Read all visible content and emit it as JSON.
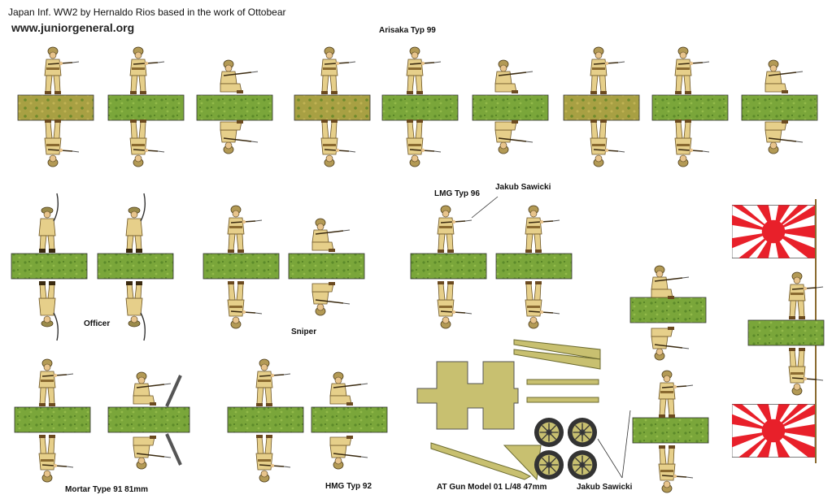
{
  "header": {
    "title": "Japan Inf. WW2 by Hernaldo Rios based in the work of Ottobear",
    "url": "www.juniorgeneral.org"
  },
  "labels": {
    "arisaka": "Arisaka Typ 99",
    "lmg": "LMG Typ 96",
    "jakub_top": "Jakub Sawicki",
    "officer": "Officer",
    "sniper": "Sniper",
    "mortar": "Mortar Type 91 81mm",
    "hmg": "HMG Typ 92",
    "at_gun": "AT Gun Model 01 L/48 47mm",
    "jakub_bottom": "Jakub Sawicki"
  },
  "colors": {
    "grass": "#7aa63a",
    "grass_dark": "#5c8a2a",
    "grass_mottled": "#a8a043",
    "khaki": "#e6cf8a",
    "khaki_dark": "#a8894a",
    "gun_olive": "#c8c070",
    "flag_red": "#e8202a"
  }
}
